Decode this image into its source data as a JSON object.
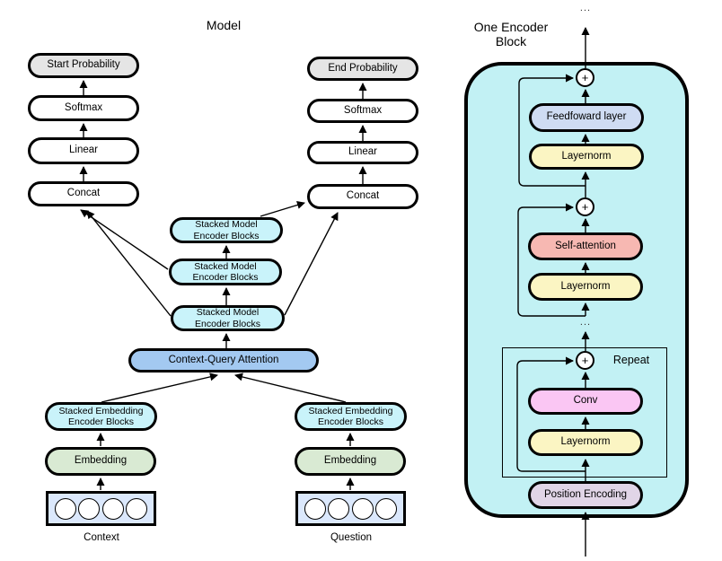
{
  "colors": {
    "grey_fill": "#e5e5e5",
    "cyan_fill": "#c9f3fa",
    "cqa_fill": "#a3c9f1",
    "green_fill": "#d9ead3",
    "tokens_fill": "#dbe8fc",
    "encoder_bg": "#c2f1f4",
    "feedforward_fill": "#cfdcf3",
    "layernorm_fill": "#fbf5c3",
    "self_attention_fill": "#f7b8b2",
    "conv_fill": "#fac6f3",
    "position_fill": "#e1d5e7"
  },
  "model": {
    "title": "Model",
    "start_probability": "Start Probability",
    "end_probability": "End Probability",
    "softmax": "Softmax",
    "linear": "Linear",
    "concat": "Concat",
    "stacked_model": "Stacked Model\nEncoder Blocks",
    "context_query_attention": "Context-Query Attention",
    "stacked_embedding": "Stacked Embedding\nEncoder Blocks",
    "embedding": "Embedding",
    "context": "Context",
    "question": "Question"
  },
  "encoder": {
    "title": "One Encoder\nBlock",
    "dots": "...",
    "plus": "+",
    "feedforward": "Feedfoward layer",
    "layernorm": "Layernorm",
    "self_attention": "Self-attention",
    "repeat": "Repeat",
    "conv": "Conv",
    "position_encoding": "Position Encoding"
  }
}
